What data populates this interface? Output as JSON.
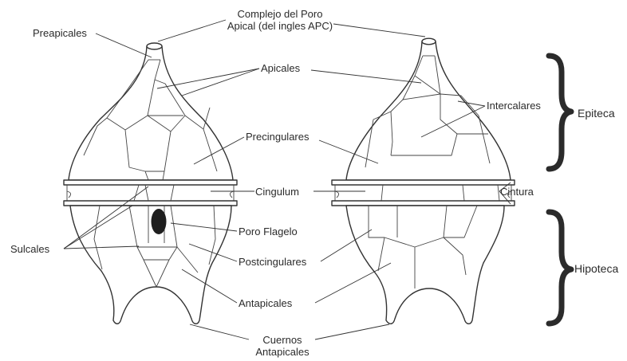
{
  "labels": {
    "complejo_poro_1": "Complejo del Poro",
    "complejo_poro_2": "Apical (del ingles APC)",
    "preapicales": "Preapicales",
    "apicales": "Apicales",
    "intercalares": "Intercalares",
    "epiteca": "Epiteca",
    "precingulares": "Precingulares",
    "cingulum": "Cingulum",
    "cintura": "Cintura",
    "poro_flagelo": "Poro Flagelo",
    "sulcales": "Sulcales",
    "postcingulares": "Postcingulares",
    "hipoteca": "Hipoteca",
    "antapicales": "Antapicales",
    "cuernos_1": "Cuernos",
    "cuernos_2": "Antapicales"
  },
  "colors": {
    "line": "#333333",
    "text": "#2b2b2b",
    "flagellar_pore": "#1f1f1f"
  }
}
